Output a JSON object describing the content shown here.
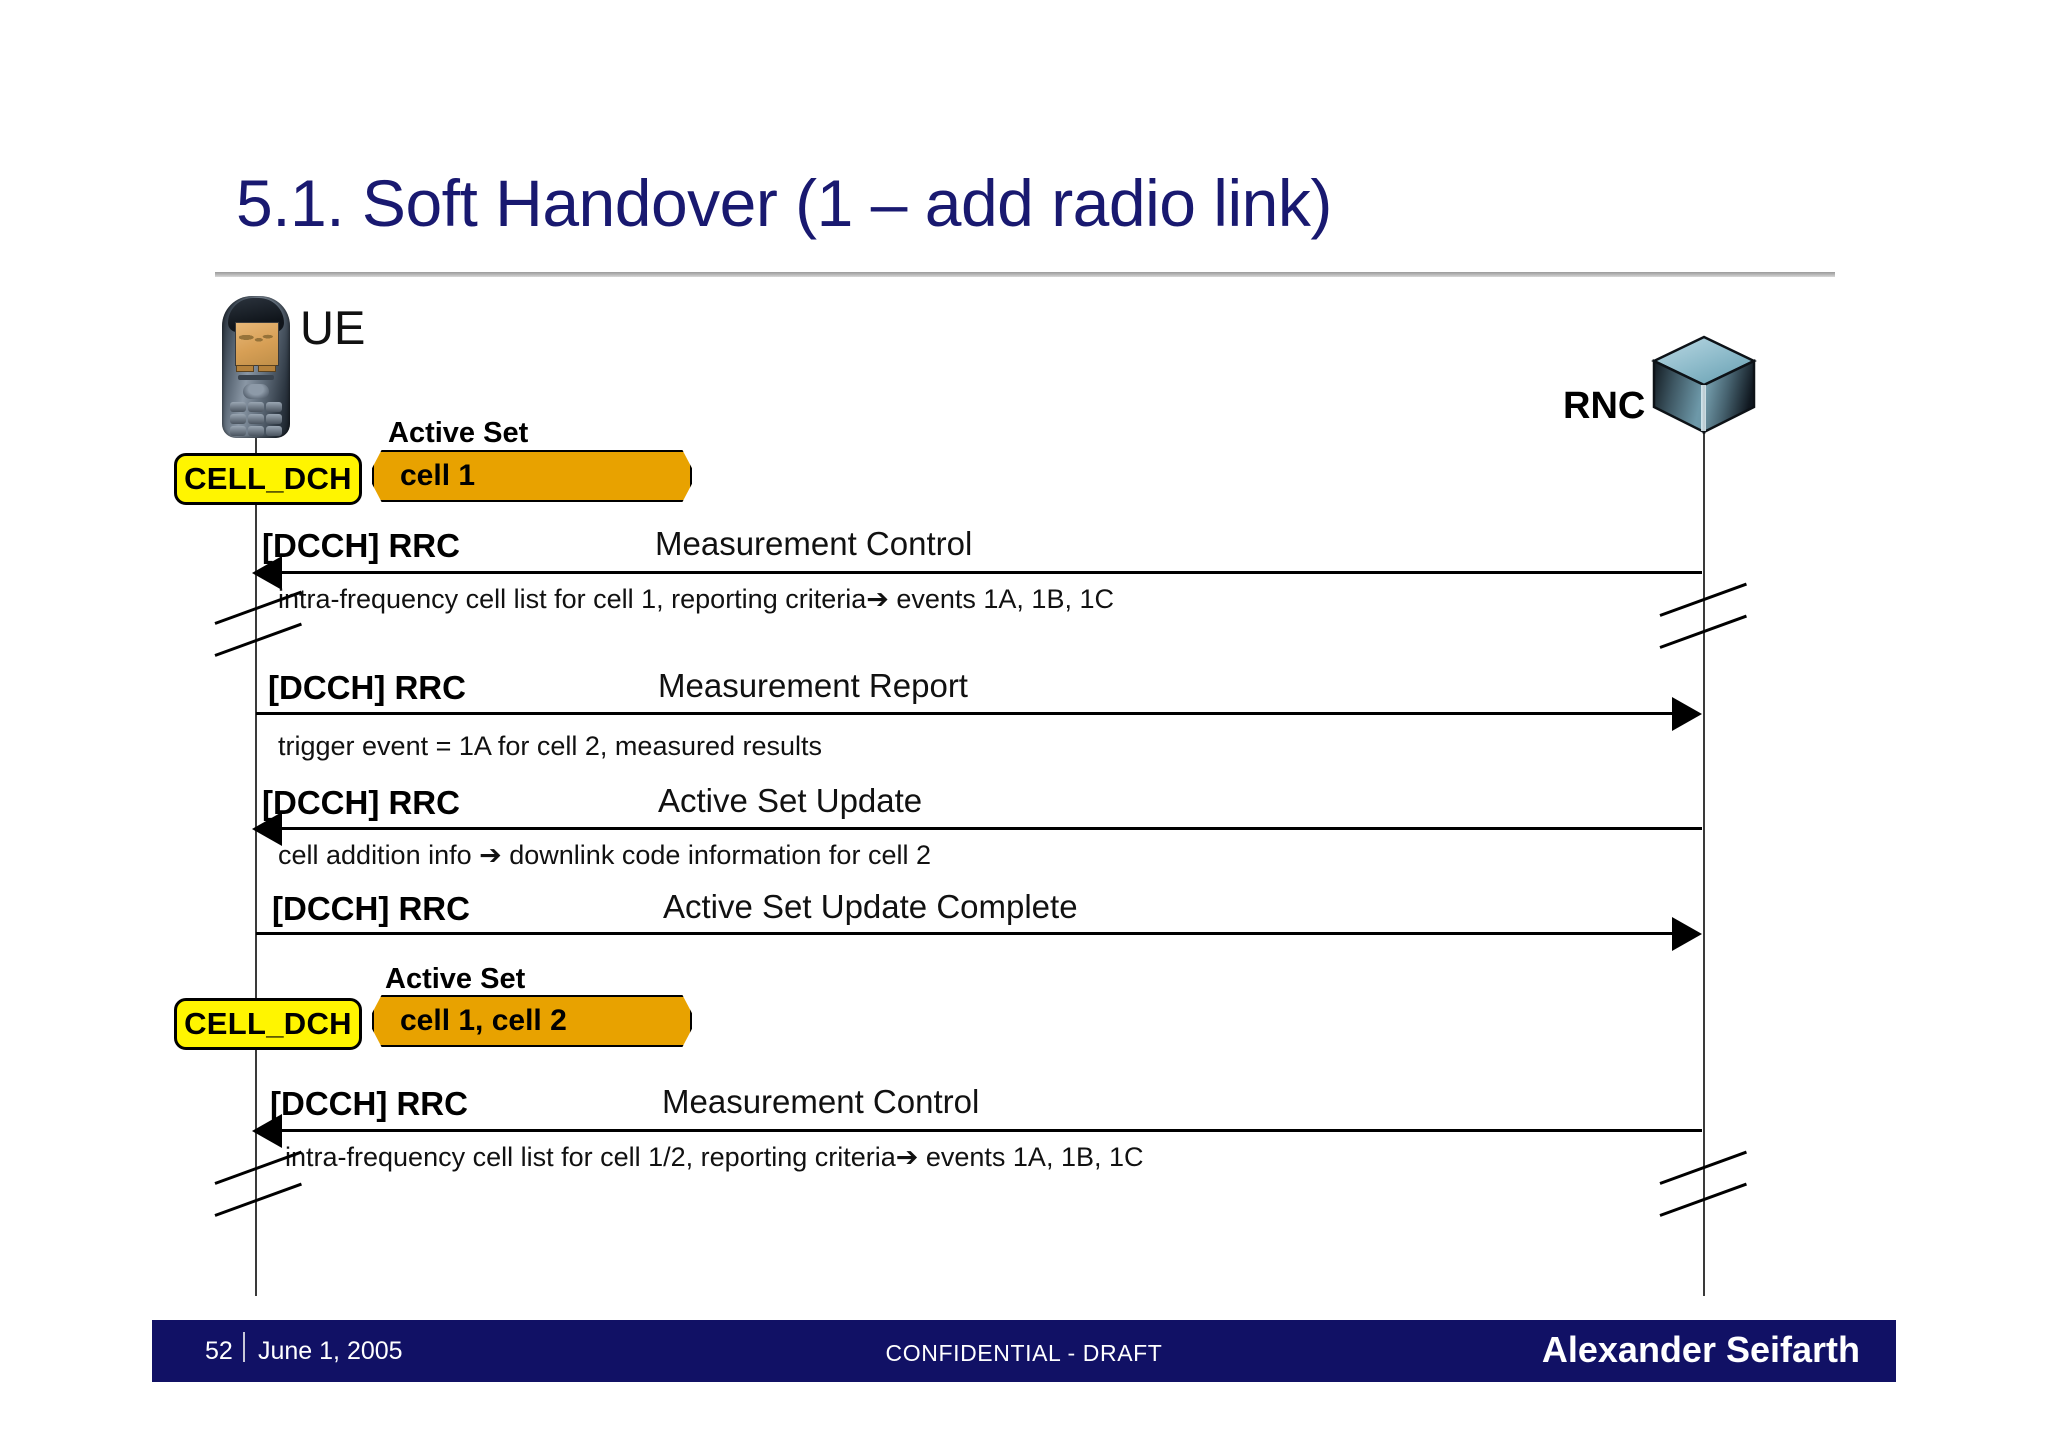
{
  "slide": {
    "title": "5.1. Soft Handover (1 – add radio link)",
    "page_number": "52",
    "date": "June 1, 2005",
    "confidentiality": "CONFIDENTIAL - DRAFT",
    "author": "Alexander Seifarth"
  },
  "colors": {
    "title_navy": "#191970",
    "footer_navy": "#111165",
    "state_yellow": "#FFF500",
    "active_set_orange": "#E8A200",
    "rnc_teal": "#7FB3C4",
    "line_black": "#000000"
  },
  "actors": {
    "left": {
      "label": "UE",
      "icon": "mobile-phone-icon"
    },
    "right": {
      "label": "RNC",
      "icon": "cube-node-icon"
    }
  },
  "states": [
    {
      "state_label": "CELL_DCH",
      "active_set_caption": "Active Set",
      "active_set_value": "cell 1"
    },
    {
      "state_label": "CELL_DCH",
      "active_set_caption": "Active Set",
      "active_set_value": "cell 1, cell 2"
    }
  ],
  "messages": [
    {
      "protocol": "[DCCH] RRC",
      "name": "Measurement Control",
      "direction": "right-to-left",
      "detail": "intra-frequency cell list for cell 1, reporting criteria➔ events 1A, 1B, 1C"
    },
    {
      "protocol": "[DCCH] RRC",
      "name": "Measurement Report",
      "direction": "left-to-right",
      "detail": "trigger event = 1A for cell 2, measured results"
    },
    {
      "protocol": "[DCCH] RRC",
      "name": "Active Set Update",
      "direction": "right-to-left",
      "detail": "cell addition info ➔ downlink code information for cell 2"
    },
    {
      "protocol": "[DCCH] RRC",
      "name": "Active Set Update Complete",
      "direction": "left-to-right",
      "detail": ""
    },
    {
      "protocol": "[DCCH] RRC",
      "name": "Measurement Control",
      "direction": "right-to-left",
      "detail": "intra-frequency cell list for cell 1/2, reporting criteria➔ events 1A, 1B, 1C"
    }
  ]
}
